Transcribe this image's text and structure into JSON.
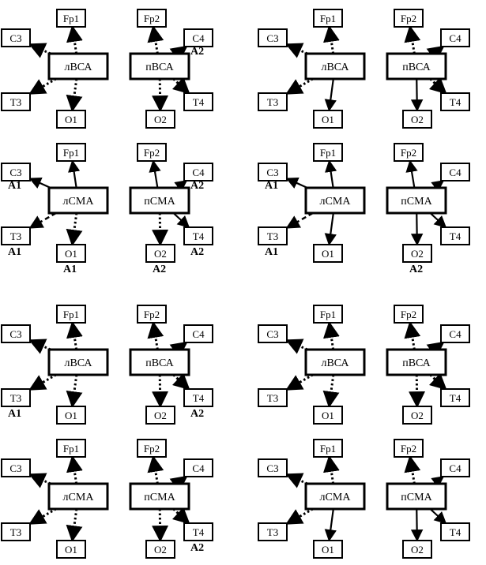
{
  "hubs": {
    "lBCA": "лВСА",
    "pBCA": "пВСА",
    "lCMA": "лСМА",
    "pCMA": "пСМА"
  },
  "electrodes": {
    "Fp1": "Fp1",
    "Fp2": "Fp2",
    "C3": "С3",
    "C4": "С4",
    "T3": "Т3",
    "T4": "Т4",
    "O1": "О1",
    "O2": "О2"
  },
  "annotation_labels": {
    "A1": "А1",
    "A2": "А2"
  },
  "line_styles": [
    "solid",
    "dashed",
    "dotted"
  ],
  "panels": [
    {
      "id": "p1-bca",
      "edges": {
        "lBCA-Fp1": "dotted",
        "lBCA-C3": "dotted",
        "lBCA-T3": "dotted",
        "lBCA-O1": "dotted",
        "pBCA-Fp2": "dotted",
        "pBCA-C4": "dotted",
        "pBCA-T4": "dotted",
        "pBCA-O2": "dotted"
      },
      "annotations": [
        "A2@C4"
      ]
    },
    {
      "id": "p2-bca",
      "edges": {
        "lBCA-Fp1": "dotted",
        "lBCA-C3": "dotted",
        "lBCA-T3": "dotted",
        "lBCA-O1": "solid",
        "pBCA-Fp2": "dotted",
        "pBCA-C4": "dotted",
        "pBCA-T4": "dotted",
        "pBCA-O2": "solid"
      },
      "annotations": []
    },
    {
      "id": "p1-cma",
      "edges": {
        "lCMA-Fp1": "solid",
        "lCMA-C3": "solid",
        "lCMA-T3": "dashed",
        "lCMA-O1": "dotted",
        "pCMA-Fp2": "solid",
        "pCMA-C4": "solid",
        "pCMA-T4": "solid",
        "pCMA-O2": "dotted"
      },
      "annotations": [
        "A1@C3",
        "A1@T3",
        "A1@O1",
        "A2@C4",
        "A2@T4",
        "A2@O2"
      ]
    },
    {
      "id": "p2-cma",
      "edges": {
        "lCMA-Fp1": "solid",
        "lCMA-C3": "solid",
        "lCMA-T3": "dashed",
        "lCMA-O1": "solid",
        "pCMA-Fp2": "solid",
        "pCMA-C4": "solid",
        "pCMA-T4": "solid",
        "pCMA-O2": "solid"
      },
      "annotations": [
        "A1@C3",
        "A1@T3",
        "A2@O2"
      ]
    },
    {
      "id": "p3-bca",
      "edges": {
        "lBCA-Fp1": "dotted",
        "lBCA-C3": "dotted",
        "lBCA-T3": "dotted",
        "lBCA-O1": "dotted",
        "pBCA-Fp2": "dotted",
        "pBCA-C4": "dotted",
        "pBCA-T4": "dotted",
        "pBCA-O2": "dotted"
      },
      "annotations": [
        "A1@T3",
        "A2@T4"
      ]
    },
    {
      "id": "p4-bca",
      "edges": {
        "lBCA-Fp1": "dotted",
        "lBCA-C3": "dotted",
        "lBCA-T3": "dotted",
        "lBCA-O1": "dotted",
        "pBCA-Fp2": "dotted",
        "pBCA-C4": "dotted",
        "pBCA-T4": "dotted",
        "pBCA-O2": "dotted"
      },
      "annotations": []
    },
    {
      "id": "p3-cma",
      "edges": {
        "lCMA-Fp1": "dotted",
        "lCMA-C3": "dotted",
        "lCMA-T3": "dotted",
        "lCMA-O1": "dotted",
        "pCMA-Fp2": "dotted",
        "pCMA-C4": "dotted",
        "pCMA-T4": "dotted",
        "pCMA-O2": "dotted"
      },
      "annotations": [
        "A2@T4"
      ]
    },
    {
      "id": "p4-cma",
      "edges": {
        "lCMA-Fp1": "dotted",
        "lCMA-C3": "dotted",
        "lCMA-T3": "dotted",
        "lCMA-O1": "solid",
        "pCMA-Fp2": "dotted",
        "pCMA-C4": "solid",
        "pCMA-T4": "solid",
        "pCMA-O2": "solid"
      },
      "annotations": []
    }
  ]
}
